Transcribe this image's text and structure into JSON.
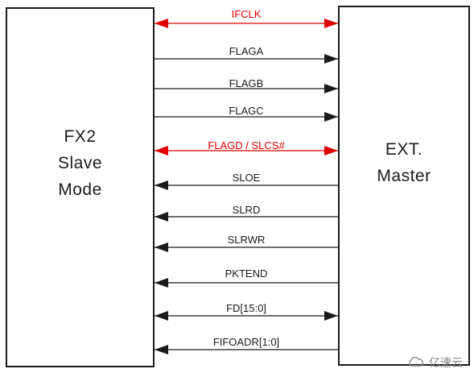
{
  "left_box": {
    "lines": [
      "FX2",
      "Slave",
      "Mode"
    ]
  },
  "right_box": {
    "lines": [
      "EXT.",
      "Master"
    ]
  },
  "signals": [
    {
      "name": "IFCLK",
      "direction": "bidirectional",
      "color": "#e00000"
    },
    {
      "name": "FLAGA",
      "direction": "to-master",
      "color": "#1a1a1a"
    },
    {
      "name": "FLAGB",
      "direction": "to-master",
      "color": "#1a1a1a"
    },
    {
      "name": "FLAGC",
      "direction": "to-master",
      "color": "#1a1a1a"
    },
    {
      "name": "FLAGD / SLCS#",
      "direction": "bidirectional",
      "color": "#e00000"
    },
    {
      "name": "SLOE",
      "direction": "to-slave",
      "color": "#1a1a1a"
    },
    {
      "name": "SLRD",
      "direction": "to-slave",
      "color": "#1a1a1a"
    },
    {
      "name": "SLRWR",
      "direction": "to-slave",
      "color": "#1a1a1a"
    },
    {
      "name": "PKTEND",
      "direction": "to-slave",
      "color": "#1a1a1a"
    },
    {
      "name": "FD[15:0]",
      "direction": "bidirectional",
      "color": "#1a1a1a"
    },
    {
      "name": "FIFOADR[1:0]",
      "direction": "to-slave",
      "color": "#1a1a1a"
    }
  ],
  "watermark": {
    "text": "亿速云",
    "icon": "cloud-logo-icon"
  }
}
